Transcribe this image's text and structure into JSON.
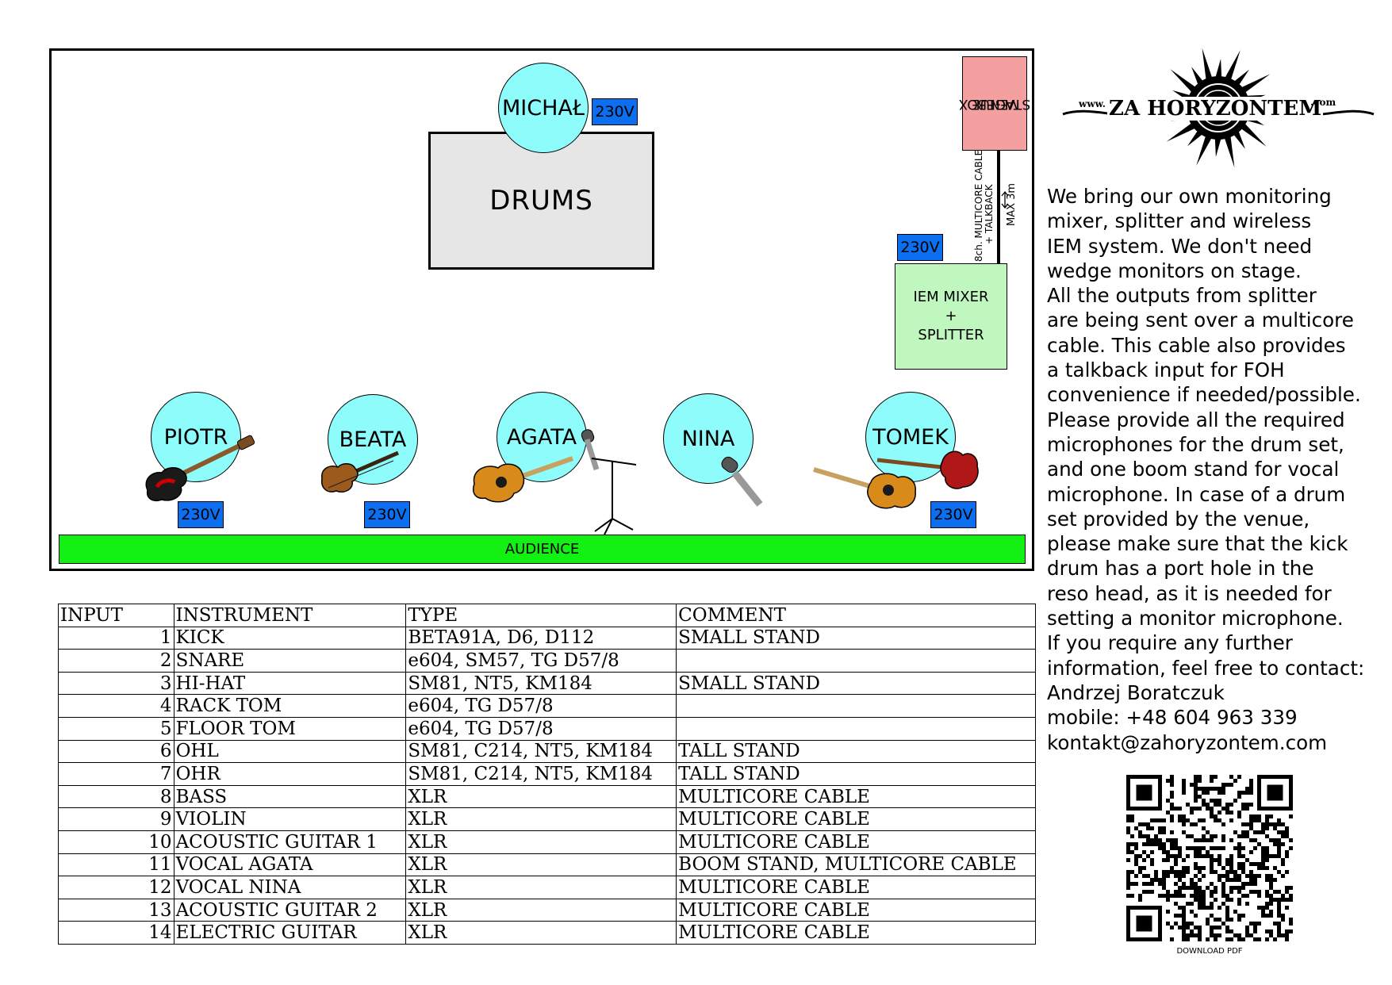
{
  "stage": {
    "drums_label": "DRUMS",
    "audience_label": "AUDIENCE",
    "stagebox_label_1": "VENUE",
    "stagebox_label_2": "STAGEBOX",
    "cable_label_1": "8ch. MULTICORE CABLE",
    "cable_label_2": "+ TALKBACK",
    "cable_length": "MAX  3m",
    "iem_line_1": "IEM MIXER",
    "iem_line_2": "+",
    "iem_line_3": "SPLITTER",
    "power_label": "230V",
    "musicians": [
      "MICHAŁ",
      "PIOTR",
      "BEATA",
      "AGATA",
      "NINA",
      "TOMEK"
    ]
  },
  "table": {
    "headers": [
      "INPUT",
      "INSTRUMENT",
      "TYPE",
      "COMMENT"
    ],
    "rows": [
      {
        "input": "1",
        "instrument": "KICK",
        "type": "BETA91A, D6, D112",
        "comment": "SMALL STAND"
      },
      {
        "input": "2",
        "instrument": "SNARE",
        "type": "e604, SM57, TG D57/8",
        "comment": ""
      },
      {
        "input": "3",
        "instrument": "HI-HAT",
        "type": "SM81,  NT5, KM184",
        "comment": "SMALL STAND"
      },
      {
        "input": "4",
        "instrument": "RACK TOM",
        "type": "e604, TG D57/8",
        "comment": ""
      },
      {
        "input": "5",
        "instrument": "FLOOR TOM",
        "type": "e604, TG D57/8",
        "comment": ""
      },
      {
        "input": "6",
        "instrument": "OHL",
        "type": "SM81, C214, NT5, KM184",
        "comment": "TALL STAND"
      },
      {
        "input": "7",
        "instrument": "OHR",
        "type": "SM81, C214, NT5, KM184",
        "comment": "TALL STAND"
      },
      {
        "input": "8",
        "instrument": "BASS",
        "type": "XLR",
        "comment": "MULTICORE CABLE"
      },
      {
        "input": "9",
        "instrument": "VIOLIN",
        "type": "XLR",
        "comment": "MULTICORE CABLE"
      },
      {
        "input": "10",
        "instrument": "ACOUSTIC GUITAR 1",
        "type": "XLR",
        "comment": "MULTICORE CABLE"
      },
      {
        "input": "11",
        "instrument": "VOCAL AGATA",
        "type": "XLR",
        "comment": "BOOM STAND, MULTICORE CABLE"
      },
      {
        "input": "12",
        "instrument": "VOCAL NINA",
        "type": "XLR",
        "comment": "MULTICORE CABLE"
      },
      {
        "input": "13",
        "instrument": "ACOUSTIC GUITAR 2",
        "type": "XLR",
        "comment": "MULTICORE CABLE"
      },
      {
        "input": "14",
        "instrument": "ELECTRIC GUITAR",
        "type": "XLR",
        "comment": "MULTICORE CABLE"
      }
    ]
  },
  "logo": {
    "www": "www.",
    "name": "ZA HORYZONTEM",
    "com": ".com"
  },
  "info_lines": [
    "We bring our own monitoring",
    "mixer, splitter and wireless",
    "IEM system. We don't need",
    "wedge monitors on stage.",
    "All the outputs from splitter",
    "are being sent over a multicore",
    "cable. This cable also provides",
    "a talkback input for FOH",
    "convenience if needed/possible.",
    "Please provide all the required",
    "microphones for the drum set,",
    "and one boom stand for vocal",
    "microphone. In case of a drum",
    "set provided by the venue,",
    "please make sure that the kick",
    "drum has a port hole in the",
    "reso head, as it is needed for",
    "setting a monitor microphone.",
    "If you require any further",
    "information, feel free to contact:",
    "Andrzej Boratczuk",
    "mobile: +48 604 963 339",
    "kontakt@zahoryzontem.com"
  ],
  "qr_caption": "DOWNLOAD PDF"
}
